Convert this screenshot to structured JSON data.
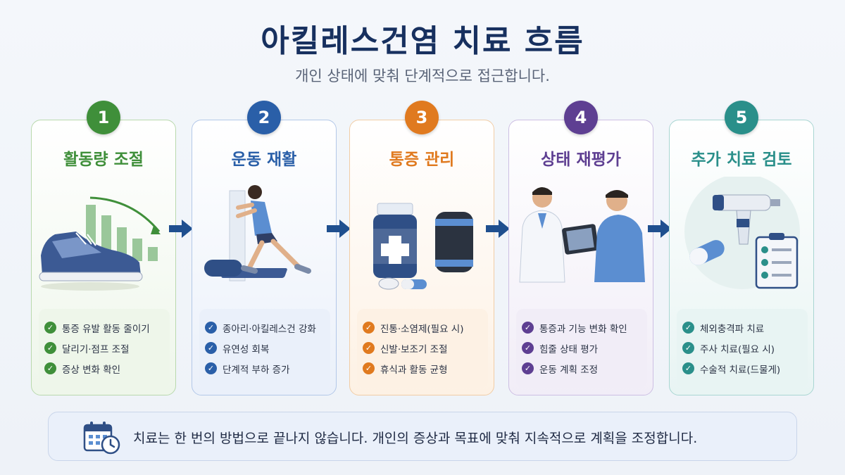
{
  "header": {
    "title": "아킬레스건염 치료 흐름",
    "subtitle": "개인 상태에 맞춰 단계적으로 접근합니다."
  },
  "steps": [
    {
      "number": "1",
      "title": "활동량 조절",
      "color": "#3f8f3a",
      "light": "#eef6ea",
      "border": "#b9d9ad",
      "items": [
        "통증 유발 활동 줄이기",
        "달리기·점프 조절",
        "증상 변화 확인"
      ]
    },
    {
      "number": "2",
      "title": "운동 재활",
      "color": "#2a5fa8",
      "light": "#eaf0fa",
      "border": "#b3c8e8",
      "items": [
        "종아리·아킬레스건 강화",
        "유연성 회복",
        "단계적 부하 증가"
      ]
    },
    {
      "number": "3",
      "title": "통증 관리",
      "color": "#e07a1f",
      "light": "#fdf1e4",
      "border": "#f1cda6",
      "items": [
        "진통·소염제(필요 시)",
        "신발·보조기 조절",
        "휴식과 활동 균형"
      ]
    },
    {
      "number": "4",
      "title": "상태 재평가",
      "color": "#5e3f92",
      "light": "#f1edf7",
      "border": "#cdbfe3",
      "items": [
        "통증과 기능 변화 확인",
        "힘줄 상태 평가",
        "운동 계획 조정"
      ]
    },
    {
      "number": "5",
      "title": "추가 치료 검토",
      "color": "#2a8f8a",
      "light": "#e8f4f3",
      "border": "#a9d6d2",
      "items": [
        "체외충격파 치료",
        "주사 치료(필요 시)",
        "수술적 치료(드물게)"
      ]
    }
  ],
  "icons": [
    "sneaker-icon",
    "exercise-icon",
    "medicine-icon",
    "consultation-icon",
    "shockwave-device-icon",
    "calendar-clock-icon",
    "check-icon",
    "arrow-right-icon"
  ],
  "arrow_color": "#1f4f8f",
  "banner": {
    "text": "치료는 한 번의 방법으로 끝나지 않습니다. 개인의 증상과 목표에 맞춰 지속적으로 계획을 조정합니다."
  }
}
